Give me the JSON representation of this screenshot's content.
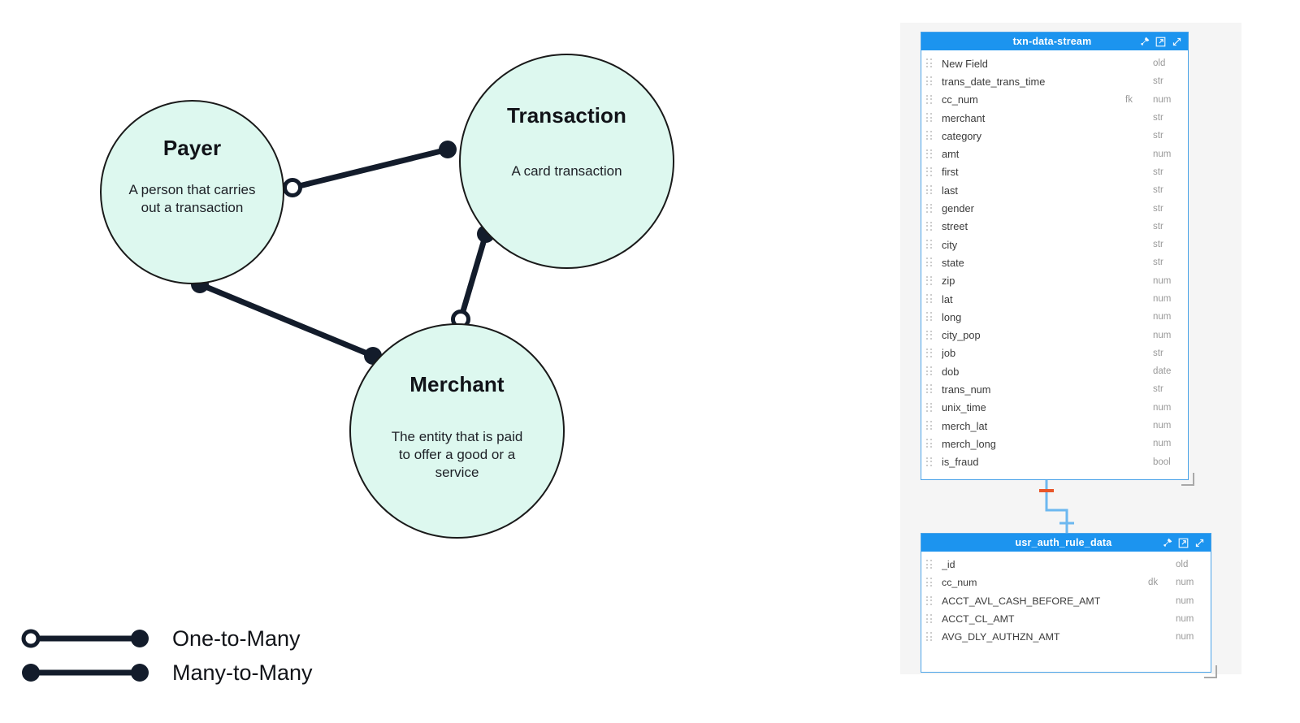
{
  "diagram": {
    "entities": [
      {
        "id": "payer",
        "title": "Payer",
        "description": "A person that carries out a transaction"
      },
      {
        "id": "transaction",
        "title": "Transaction",
        "description": "A card transaction"
      },
      {
        "id": "merchant",
        "title": "Merchant",
        "description": "The entity that is paid to offer a good or a service"
      }
    ],
    "relationships": [
      {
        "from": "payer",
        "to": "transaction",
        "type": "One-to-Many"
      },
      {
        "from": "payer",
        "to": "merchant",
        "type": "Many-to-Many"
      },
      {
        "from": "merchant",
        "to": "transaction",
        "type": "One-to-Many"
      }
    ],
    "legend": {
      "one_to_many": "One-to-Many",
      "many_to_many": "Many-to-Many"
    },
    "colors": {
      "entity_fill": "#ddf8ef",
      "entity_stroke": "#111318",
      "link": "#131c2b"
    }
  },
  "schema": {
    "colors": {
      "header": "#1c94ef",
      "border": "#4aa3e8",
      "panel_bg": "#f5f5f5",
      "relation_line": "#6cb8f0",
      "relation_marker": "#e8562a"
    },
    "tables": [
      {
        "name": "txn-data-stream",
        "icons": [
          "pin-icon",
          "open-external-icon",
          "expand-icon"
        ],
        "fields": [
          {
            "name": "New Field",
            "key": "",
            "type": "old"
          },
          {
            "name": "trans_date_trans_time",
            "key": "",
            "type": "str"
          },
          {
            "name": "cc_num",
            "key": "fk",
            "type": "num"
          },
          {
            "name": "merchant",
            "key": "",
            "type": "str"
          },
          {
            "name": "category",
            "key": "",
            "type": "str"
          },
          {
            "name": "amt",
            "key": "",
            "type": "num"
          },
          {
            "name": "first",
            "key": "",
            "type": "str"
          },
          {
            "name": "last",
            "key": "",
            "type": "str"
          },
          {
            "name": "gender",
            "key": "",
            "type": "str"
          },
          {
            "name": "street",
            "key": "",
            "type": "str"
          },
          {
            "name": "city",
            "key": "",
            "type": "str"
          },
          {
            "name": "state",
            "key": "",
            "type": "str"
          },
          {
            "name": "zip",
            "key": "",
            "type": "num"
          },
          {
            "name": "lat",
            "key": "",
            "type": "num"
          },
          {
            "name": "long",
            "key": "",
            "type": "num"
          },
          {
            "name": "city_pop",
            "key": "",
            "type": "num"
          },
          {
            "name": "job",
            "key": "",
            "type": "str"
          },
          {
            "name": "dob",
            "key": "",
            "type": "date"
          },
          {
            "name": "trans_num",
            "key": "",
            "type": "str"
          },
          {
            "name": "unix_time",
            "key": "",
            "type": "num"
          },
          {
            "name": "merch_lat",
            "key": "",
            "type": "num"
          },
          {
            "name": "merch_long",
            "key": "",
            "type": "num"
          },
          {
            "name": "is_fraud",
            "key": "",
            "type": "bool"
          }
        ]
      },
      {
        "name": "usr_auth_rule_data",
        "icons": [
          "pin-icon",
          "open-external-icon",
          "expand-icon"
        ],
        "fields": [
          {
            "name": "_id",
            "key": "",
            "type": "old"
          },
          {
            "name": "cc_num",
            "key": "dk",
            "type": "num"
          },
          {
            "name": "ACCT_AVL_CASH_BEFORE_AMT",
            "key": "",
            "type": "num"
          },
          {
            "name": "ACCT_CL_AMT",
            "key": "",
            "type": "num"
          },
          {
            "name": "AVG_DLY_AUTHZN_AMT",
            "key": "",
            "type": "num"
          }
        ]
      }
    ]
  }
}
